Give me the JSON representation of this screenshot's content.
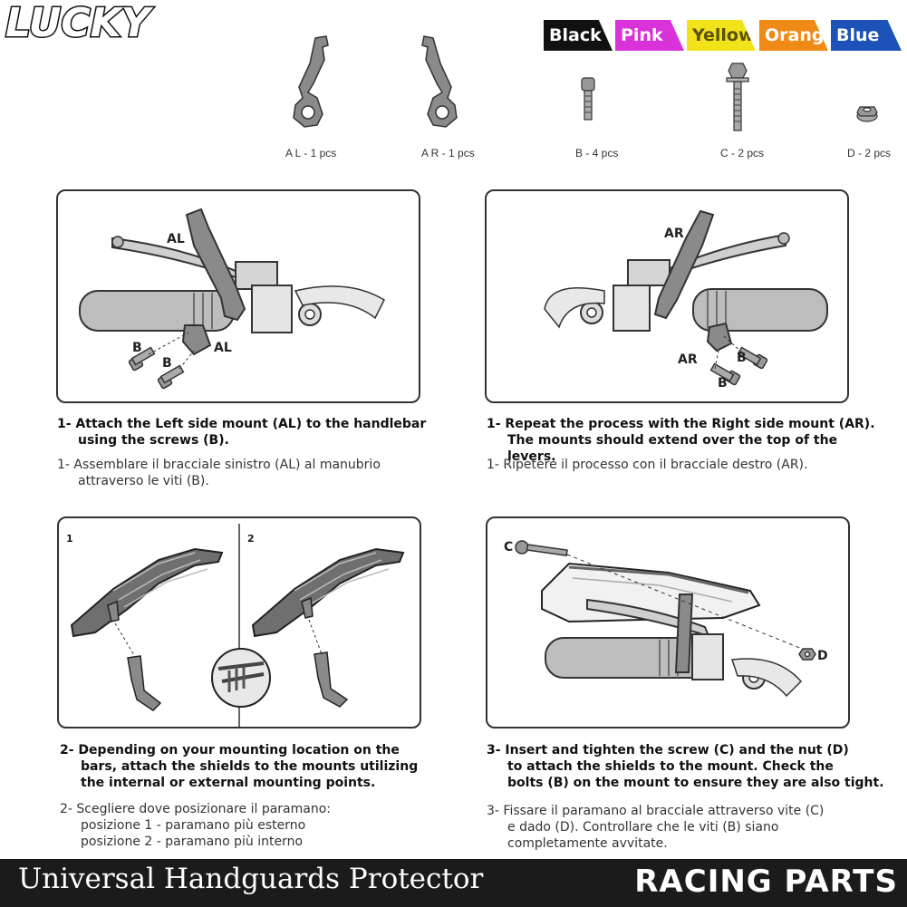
{
  "brand": {
    "logo": "LUCKY"
  },
  "colors": [
    {
      "label": "Black",
      "hex": "#111111",
      "text": "#ffffff"
    },
    {
      "label": "Pink",
      "hex": "#d832d8",
      "text": "#ffffff"
    },
    {
      "label": "Yellow",
      "hex": "#f2e21a",
      "text": "#5a5200"
    },
    {
      "label": "Orange",
      "hex": "#f08a16",
      "text": "#ffffff"
    },
    {
      "label": "Blue",
      "hex": "#1d52b8",
      "text": "#ffffff"
    }
  ],
  "parts": [
    {
      "label": "A L - 1 pcs"
    },
    {
      "label": "A R - 1 pcs"
    },
    {
      "label": "B  - 4 pcs"
    },
    {
      "label": "C - 2 pcs"
    },
    {
      "label": "D - 2 pcs"
    }
  ],
  "steps": {
    "s1": {
      "callouts": {
        "al_top": "AL",
        "al_bottom": "AL",
        "b1": "B",
        "b2": "B"
      },
      "en_line1": "1- Attach the Left side mount (AL) to the handlebar",
      "en_line2": "using the screws (B).",
      "it_line1": "1- Assemblare il bracciale sinistro (AL) al manubrio",
      "it_line2": "attraverso le viti (B)."
    },
    "s1b": {
      "callouts": {
        "ar_top": "AR",
        "ar_bottom": "AR",
        "b1": "B",
        "b2": "B"
      },
      "en_line1": "1- Repeat the process with the Right side mount (AR).",
      "en_line2": "The mounts should extend over the top of the levers.",
      "it_line1": "1- Ripetere il processo con il bracciale destro (AR)."
    },
    "s2": {
      "pos1": "1",
      "pos2": "2",
      "en_line1": "2- Depending on your mounting location on the",
      "en_line2": "bars, attach the shields to the mounts utilizing",
      "en_line3": "the internal or external mounting points.",
      "it_line1": "2- Scegliere dove posizionare il paramano:",
      "it_line2": "posizione 1 - paramano più esterno",
      "it_line3": "posizione 2 - paramano più interno"
    },
    "s3": {
      "callouts": {
        "c": "C",
        "d": "D"
      },
      "en_line1": "3- Insert and tighten the screw (C) and the nut (D)",
      "en_line2": "to attach the shields to the mount. Check the",
      "en_line3": "bolts (B) on the mount to ensure they are also tight.",
      "it_line1": "3- Fissare il paramano al bracciale attraverso vite (C)",
      "it_line2": "e dado (D). Controllare che le viti  (B) siano",
      "it_line3": "completamente avvitate."
    }
  },
  "footer": {
    "title": "Universal Handguards Protector",
    "brand": "RACING PARTS"
  }
}
